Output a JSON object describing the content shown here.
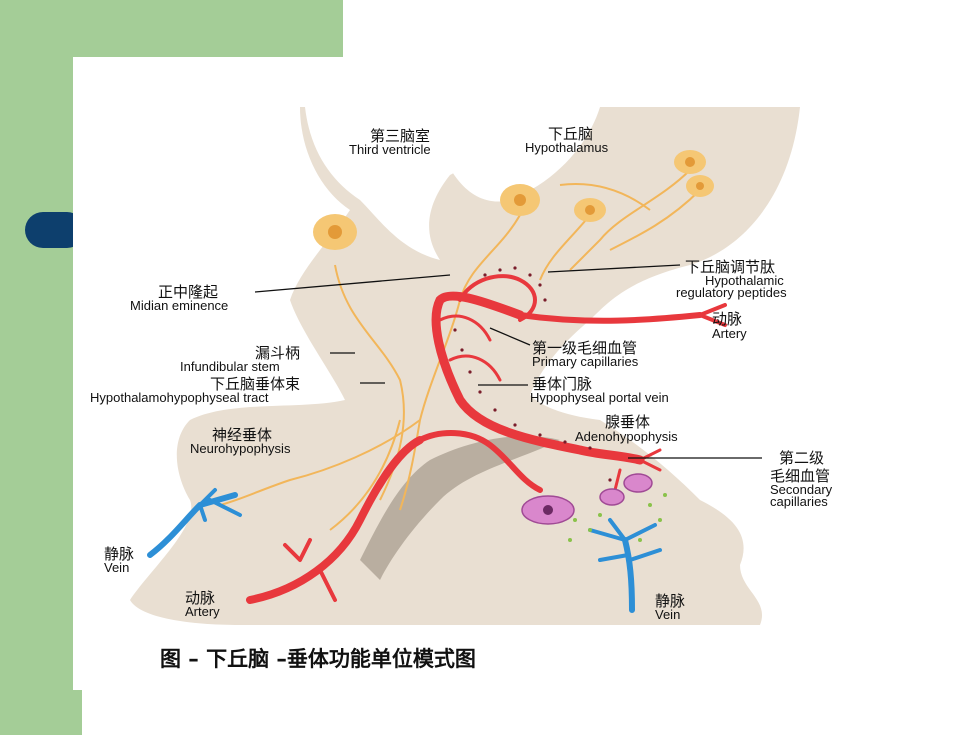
{
  "labels": {
    "third_ventricle": {
      "zh": "第三脑室",
      "en": "Third ventricle"
    },
    "hypothalamus": {
      "zh": "下丘脑",
      "en": "Hypothalamus"
    },
    "median_eminence": {
      "zh": "正中隆起",
      "en": "Midian eminence"
    },
    "regulatory_peptides": {
      "zh": "下丘脑调节肽",
      "en1": "Hypothalamic",
      "en2": "regulatory peptides"
    },
    "artery_upper": {
      "zh": "动脉",
      "en": "Artery"
    },
    "infundibular_stem": {
      "zh": "漏斗柄",
      "en": "Infundibular stem"
    },
    "primary_capillaries": {
      "zh": "第一级毛细血管",
      "en": "Primary capillaries"
    },
    "hht_tract": {
      "zh": "下丘脑垂体束",
      "en": "Hypothalamohypophyseal tract"
    },
    "portal_vein": {
      "zh": "垂体门脉",
      "en": "Hypophyseal portal vein"
    },
    "neurohypophysis": {
      "zh": "神经垂体",
      "en": "Neurohypophysis"
    },
    "adenohypophysis": {
      "zh": "腺垂体",
      "en": "Adenohypophysis"
    },
    "secondary_capillaries": {
      "zh1": "第二级",
      "zh2": "毛细血管",
      "en1": "Secondary",
      "en2": "capillaries"
    },
    "vein_left": {
      "zh": "静脉",
      "en": "Vein"
    },
    "artery_lower": {
      "zh": "动脉",
      "en": "Artery"
    },
    "vein_right": {
      "zh": "静脉",
      "en": "Vein"
    }
  },
  "caption": "图  –  下丘脑 –垂体功能单位模式图",
  "colors": {
    "background_band": "#a4cd97",
    "accent_pill": "#0d3f6d",
    "tissue": "#e9dfd2",
    "nerve": "#f2b65a",
    "artery": "#e8383d",
    "vein": "#2d8fd6",
    "cell": "#c46bb8"
  }
}
